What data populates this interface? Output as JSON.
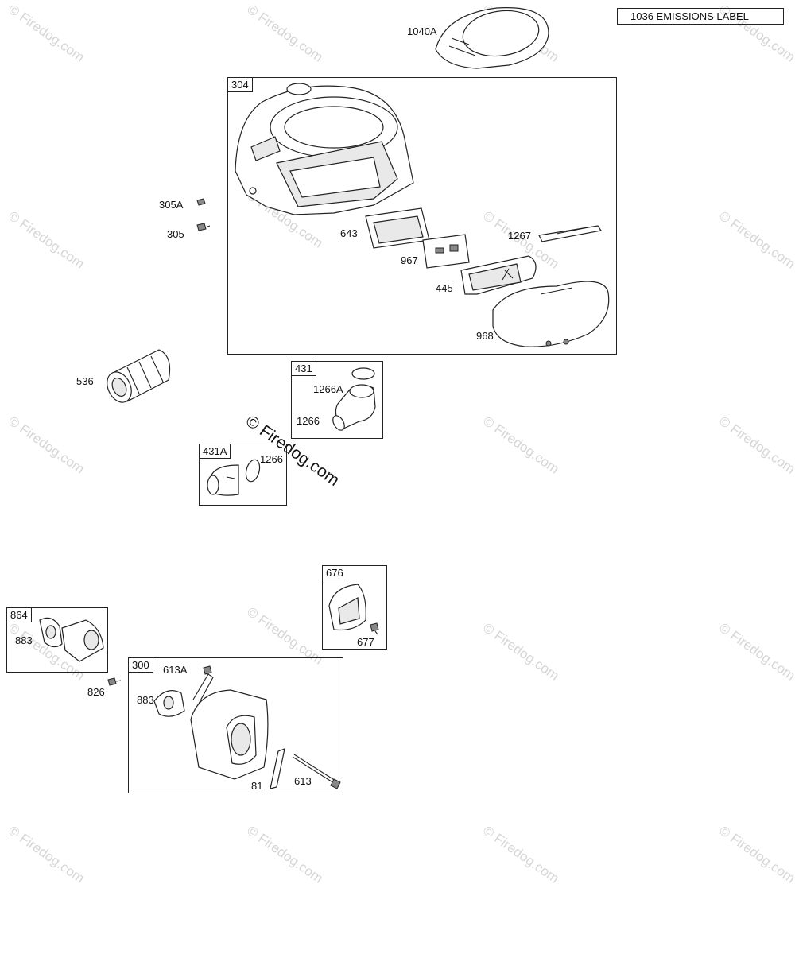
{
  "emissions_label": "1036 EMISSIONS LABEL",
  "watermark": "© Firedog.com",
  "boxes": {
    "b304": "304",
    "b431": "431",
    "b431a": "431A",
    "b676": "676",
    "b864": "864",
    "b300": "300"
  },
  "labels": {
    "l1040a": "1040A",
    "l305a": "305A",
    "l305": "305",
    "l643": "643",
    "l967": "967",
    "l1267": "1267",
    "l445": "445",
    "l968": "968",
    "l536": "536",
    "l1266a": "1266A",
    "l1266_431": "1266",
    "l1266_431a": "1266",
    "l677": "677",
    "l883_864": "883",
    "l826": "826",
    "l613a": "613A",
    "l883_300": "883",
    "l81": "81",
    "l613": "613"
  }
}
